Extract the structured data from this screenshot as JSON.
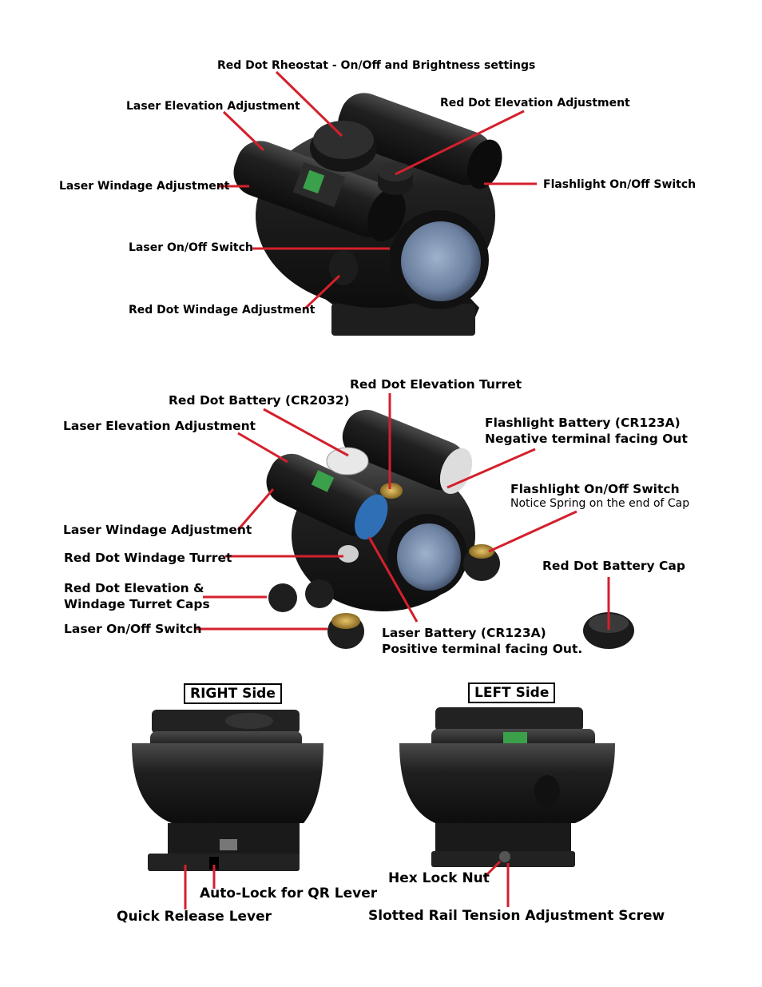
{
  "section1": {
    "labels": [
      "Red Dot Rheostat - On/Off and Brightness settings",
      "Laser Elevation Adjustment",
      "Red Dot Elevation Adjustment",
      "Laser Windage Adjustment",
      "Flashlight On/Off Switch",
      "Laser On/Off Switch",
      "Red Dot Windage Adjustment"
    ]
  },
  "section2": {
    "labels": [
      "Red Dot Elevation Turret",
      "Red Dot Battery (CR2032)",
      "Laser Elevation Adjustment",
      "Flashlight Battery (CR123A)",
      "Negative terminal facing Out",
      "Flashlight On/Off Switch",
      "Notice Spring on the end of Cap",
      "Laser Windage Adjustment",
      "Red Dot Windage Turret",
      "Red Dot Battery Cap",
      "Red Dot Elevation &",
      "Windage Turret Caps",
      "Laser On/Off Switch",
      "Laser Battery (CR123A)",
      "Positive terminal facing Out."
    ]
  },
  "section3": {
    "right_title": "RIGHT Side",
    "left_title": "LEFT Side",
    "labels": [
      "Auto-Lock for QR Lever",
      "Quick Release Lever",
      "Hex Lock Nut",
      "Slotted Rail Tension Adjustment Screw"
    ]
  },
  "colors": {
    "pointer": "#d4202c",
    "body": "#1b1b1b",
    "lens": "#6d7fa0"
  }
}
